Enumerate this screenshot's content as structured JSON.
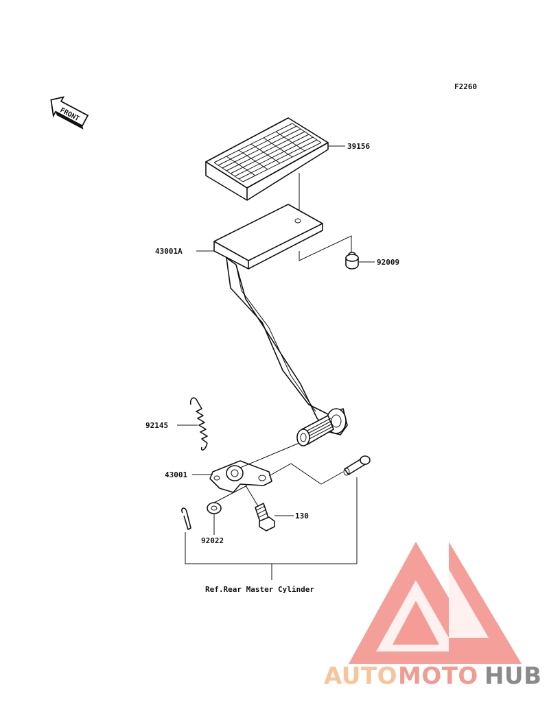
{
  "figure_code": "F2260",
  "front_label": "FRONT",
  "parts": [
    {
      "number": "39156"
    },
    {
      "number": "43001A"
    },
    {
      "number": "92009"
    },
    {
      "number": "92145"
    },
    {
      "number": "43001"
    },
    {
      "number": "130"
    },
    {
      "number": "92022"
    }
  ],
  "reference_note": "Ref.Rear Master Cylinder",
  "watermark": {
    "part1": "AUTO",
    "part2": "MOTO",
    "part3": "HUB",
    "colors": {
      "auto": "#f7c59a",
      "moto": "#f39a92",
      "hub": "#8a8a8a",
      "triangle": "#f07f77"
    }
  }
}
